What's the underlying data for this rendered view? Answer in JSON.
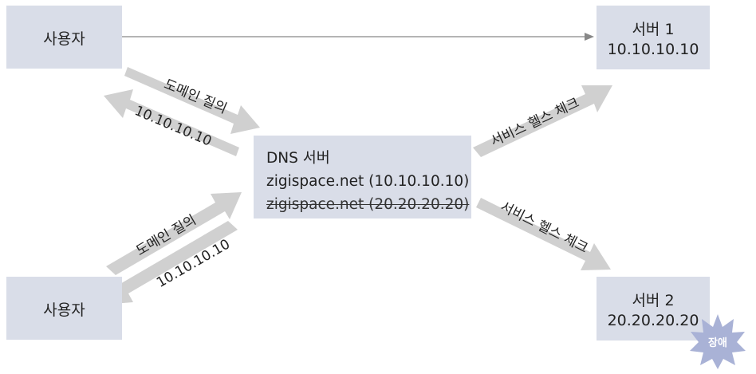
{
  "user_top": {
    "label": "사용자"
  },
  "user_bottom": {
    "label": "사용자"
  },
  "server1": {
    "name": "서버 1",
    "ip": "10.10.10.10"
  },
  "server2": {
    "name": "서버 2",
    "ip": "20.20.20.20",
    "badge": "장애"
  },
  "dns": {
    "title": "DNS 서버",
    "record_active": "zigispace.net (10.10.10.10)",
    "record_removed": "zigispace.net (20.20.20.20)"
  },
  "arrows": {
    "query_top": "도메인 질의",
    "reply_top": "10.10.10.10",
    "query_bottom": "도메인 질의",
    "reply_bottom": "10.10.10.10",
    "health_check_1": "서비스 헬스 체크",
    "health_check_2": "서비스 헬스 체크"
  },
  "colors": {
    "box_fill": "#d9dde8",
    "arrow_fill": "#d0d0d0",
    "line": "#888888",
    "fault_badge": "#a9b2d6"
  }
}
